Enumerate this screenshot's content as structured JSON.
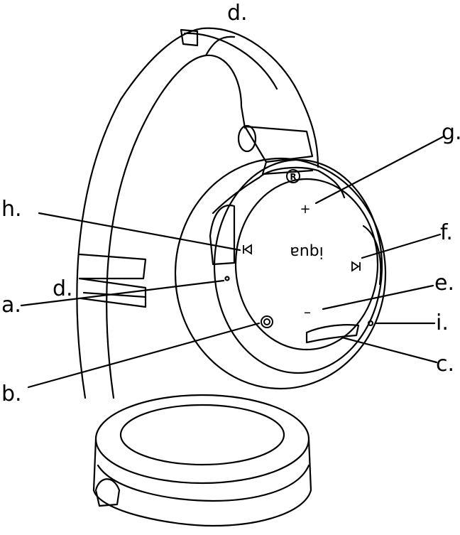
{
  "callouts": {
    "d_top": "d.",
    "g": "g.",
    "h": "h.",
    "f": "f.",
    "d_side": "d.",
    "e": "e.",
    "a": "a.",
    "i": "i.",
    "c": "c.",
    "b": "b."
  },
  "panel": {
    "brand": "iqua",
    "registered": "R",
    "plus": "+",
    "minus": "–"
  },
  "icons": {
    "prev": "previous-track-icon",
    "next": "next-track-icon",
    "power": "power-icon"
  }
}
